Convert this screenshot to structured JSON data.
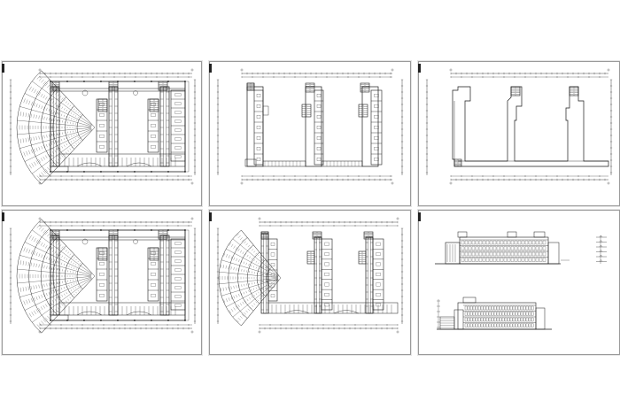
{
  "colors": {
    "line": "#1a1a1a",
    "frame": "#9a9a9a",
    "background": "#ffffff"
  },
  "sheets": [
    {
      "type": "floor-plan-with-fan-wing",
      "title_text": "",
      "scale_text": ""
    },
    {
      "type": "floor-plan-comb",
      "title_text": "",
      "scale_text": ""
    },
    {
      "type": "roof-plan",
      "title_text": "",
      "scale_text": ""
    },
    {
      "type": "floor-plan-with-fan-wing",
      "title_text": "",
      "scale_text": ""
    },
    {
      "type": "floor-plan-with-fan-wing-right",
      "title_text": "",
      "scale_text": ""
    },
    {
      "type": "elevations",
      "title_text": "",
      "scale_text": ""
    }
  ]
}
